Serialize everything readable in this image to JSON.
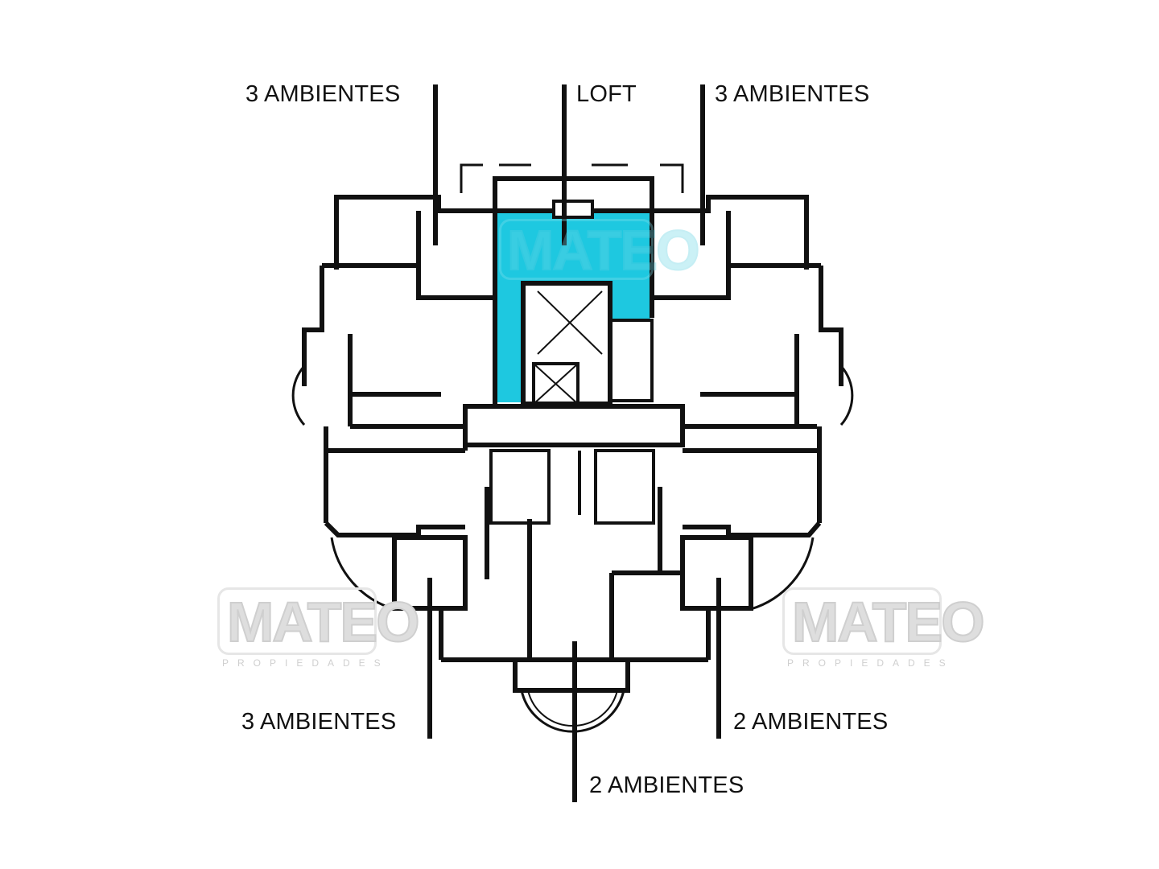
{
  "plan": {
    "highlight_color": "#1ec8e0",
    "wall_color": "#111111",
    "highlighted_unit": "LOFT"
  },
  "labels": {
    "top_left": "3 AMBIENTES",
    "top_center": "LOFT",
    "top_right": "3 AMBIENTES",
    "bottom_left": "3 AMBIENTES",
    "bottom_right": "2 AMBIENTES",
    "bottom_center": "2 AMBIENTES"
  },
  "watermark": {
    "brand": "MATEO",
    "subtitle": "PROPIEDADES"
  }
}
